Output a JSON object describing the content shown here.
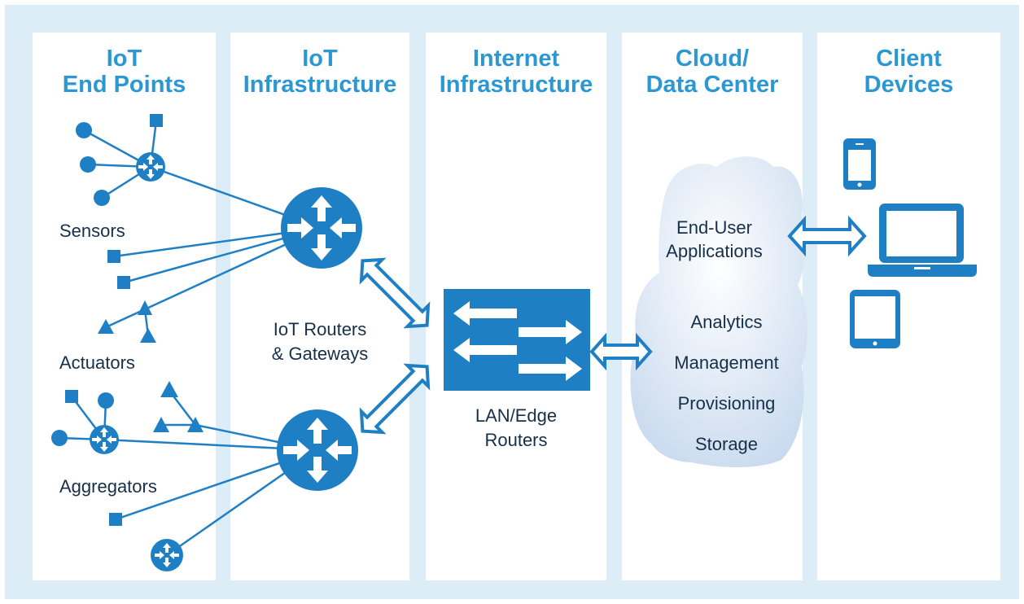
{
  "columns": [
    {
      "title_line1": "IoT",
      "title_line2": "End Points"
    },
    {
      "title_line1": "IoT",
      "title_line2": "Infrastructure"
    },
    {
      "title_line1": "Internet",
      "title_line2": "Infrastructure"
    },
    {
      "title_line1": "Cloud/",
      "title_line2": "Data Center"
    },
    {
      "title_line1": "Client",
      "title_line2": "Devices"
    }
  ],
  "endpoints": {
    "sensors": "Sensors",
    "actuators": "Actuators",
    "aggregators": "Aggregators"
  },
  "iot_routers": {
    "line1": "IoT Routers",
    "line2": "& Gateways"
  },
  "lan_routers": {
    "line1": "LAN/Edge",
    "line2": "Routers"
  },
  "cloud": {
    "apps_line1": "End-User",
    "apps_line2": "Applications",
    "services": [
      "Analytics",
      "Management",
      "Provisioning",
      "Storage"
    ]
  },
  "colors": {
    "accent": "#2b97d3",
    "icon": "#1f7fc4",
    "background": "#dcedf7",
    "text": "#173049"
  }
}
